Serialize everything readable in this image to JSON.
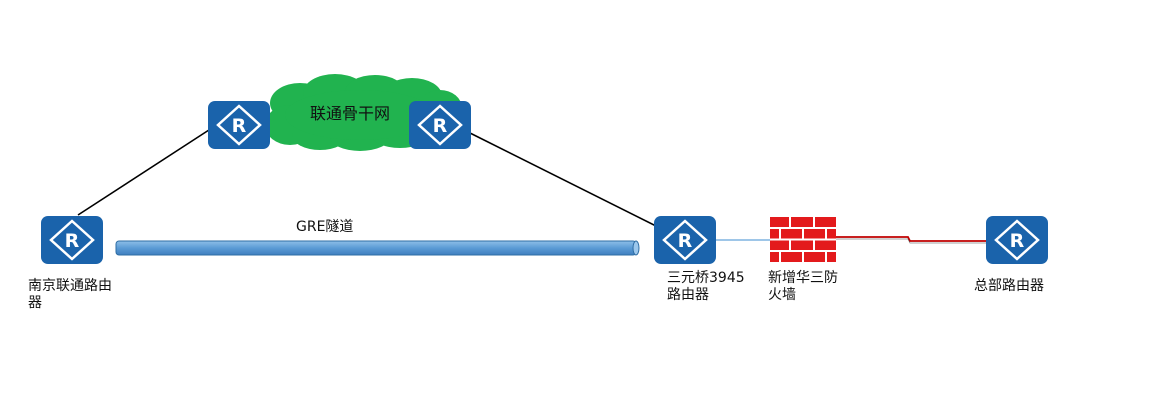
{
  "diagram": {
    "cloud_label": "联通骨干网",
    "tunnel_label": "GRE隧道",
    "nodes": {
      "nanjing": {
        "label": "南京联通路由\n器",
        "icon": "router-icon"
      },
      "backbone_left": {
        "icon": "router-icon"
      },
      "backbone_right": {
        "icon": "router-icon"
      },
      "sanyuanqiao": {
        "label": "三元桥3945\n路由器",
        "icon": "router-icon"
      },
      "firewall": {
        "label": "新增华三防\n火墙",
        "icon": "firewall-icon"
      },
      "hq": {
        "label": "总部路由器",
        "icon": "router-icon"
      }
    },
    "colors": {
      "router_fill": "#1a63ab",
      "cloud": "#21b34f",
      "tunnel": "#5b9bd5",
      "firewall": "#e31a1c",
      "link_black": "#000000",
      "link_red": "#c00000",
      "link_light_blue": "#7fb3e0"
    }
  }
}
